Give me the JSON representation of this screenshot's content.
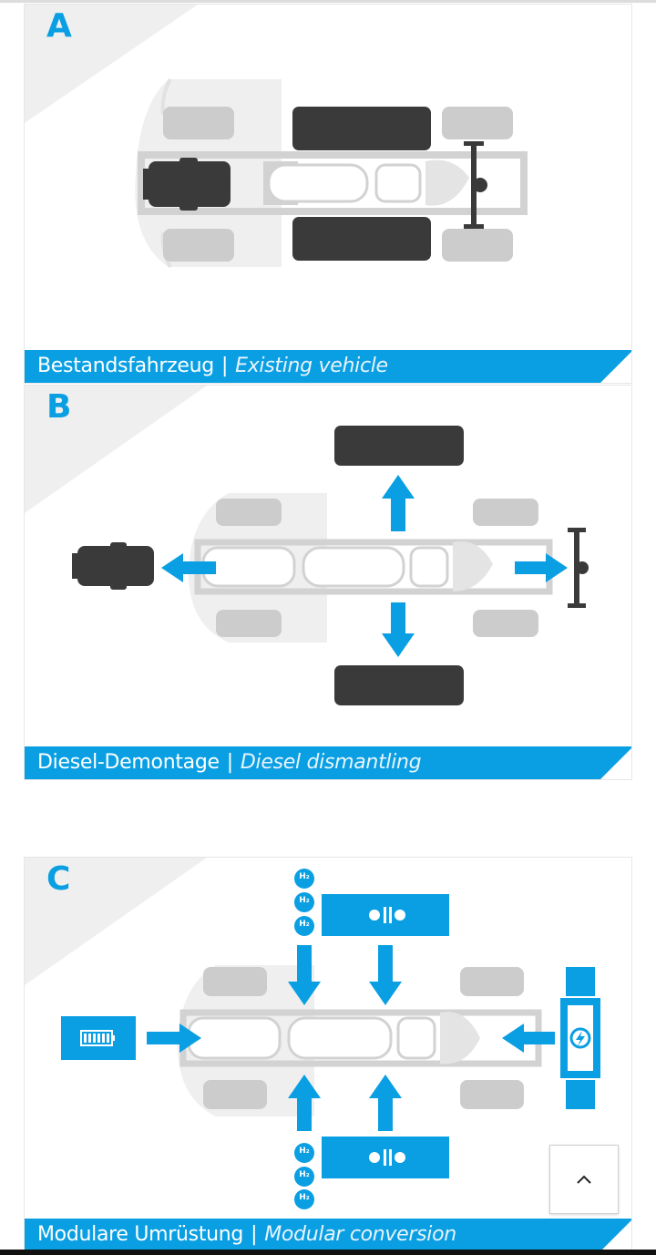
{
  "panels": [
    {
      "letter": "A",
      "caption_de": "Bestandsfahrzeug",
      "caption_sep": "|",
      "caption_en": "Existing vehicle"
    },
    {
      "letter": "B",
      "caption_de": "Diesel-Demontage",
      "caption_sep": "|",
      "caption_en": "Diesel dismantling"
    },
    {
      "letter": "C",
      "caption_de": "Modulare Umrüstung",
      "caption_sep": "|",
      "caption_en": "Modular conversion"
    }
  ],
  "hydrogen_label": "H₂",
  "colors": {
    "accent": "#0a9fe3",
    "dark_part": "#3a3a3a",
    "chassis": "#d2d2d2",
    "cab": "#eeeeee"
  },
  "icons": {
    "back_to_top": "chevron-up-icon"
  }
}
